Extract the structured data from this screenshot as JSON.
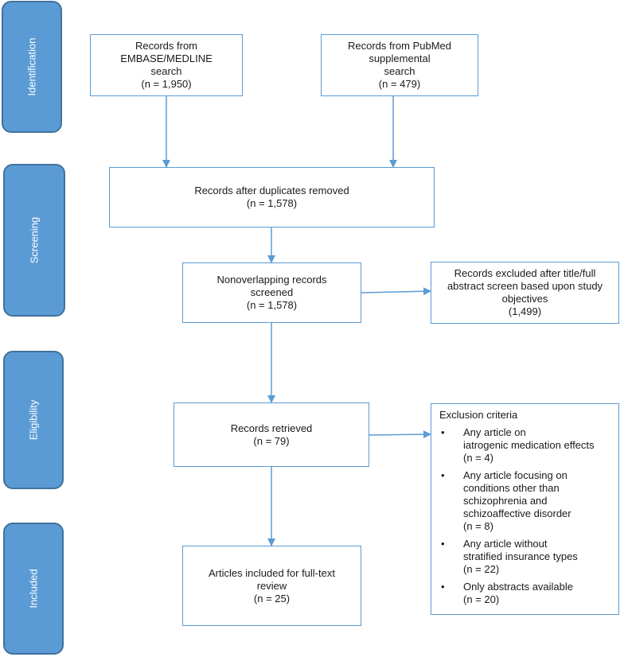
{
  "phases": {
    "identification": "Identification",
    "screening": "Screening",
    "eligibility": "Eligibility",
    "included": "Included"
  },
  "boxes": {
    "embase": {
      "line1": "Records from EMBASE/MEDLINE",
      "line2": "search",
      "count": "(n = 1,950)"
    },
    "pubmed": {
      "line1": "Records from PubMed supplemental",
      "line2": "search",
      "count": "(n = 479)"
    },
    "duplicates": {
      "line1": "Records after duplicates removed",
      "count": "(n = 1,578)"
    },
    "nonoverlapping": {
      "line1": "Nonoverlapping records",
      "line2": "screened",
      "count": "(n = 1,578)"
    },
    "excluded": {
      "line1": "Records excluded after title/full",
      "line2": "abstract screen based upon study",
      "line3": "objectives",
      "count": "(1,499)"
    },
    "retrieved": {
      "line1": "Records retrieved",
      "count": "(n = 79)"
    },
    "included": {
      "line1": "Articles included for full-text",
      "line2": "review",
      "count": "(n = 25)"
    }
  },
  "exclusion": {
    "title": "Exclusion criteria",
    "items": [
      {
        "lines": [
          "Any article on",
          "iatrogenic medication effects",
          "(n = 4)"
        ]
      },
      {
        "lines": [
          "Any article focusing on",
          "conditions other than",
          "schizophrenia and",
          "schizoaffective disorder",
          "(n = 8)"
        ]
      },
      {
        "lines": [
          "Any article without",
          "stratified insurance types",
          "(n = 22)"
        ]
      },
      {
        "lines": [
          "Only abstracts available",
          "(n = 20)"
        ]
      }
    ]
  },
  "colors": {
    "phase_fill": "#5b9bd5",
    "phase_border": "#41719c",
    "box_border": "#5b9bd5",
    "arrow": "#5b9bd5"
  }
}
